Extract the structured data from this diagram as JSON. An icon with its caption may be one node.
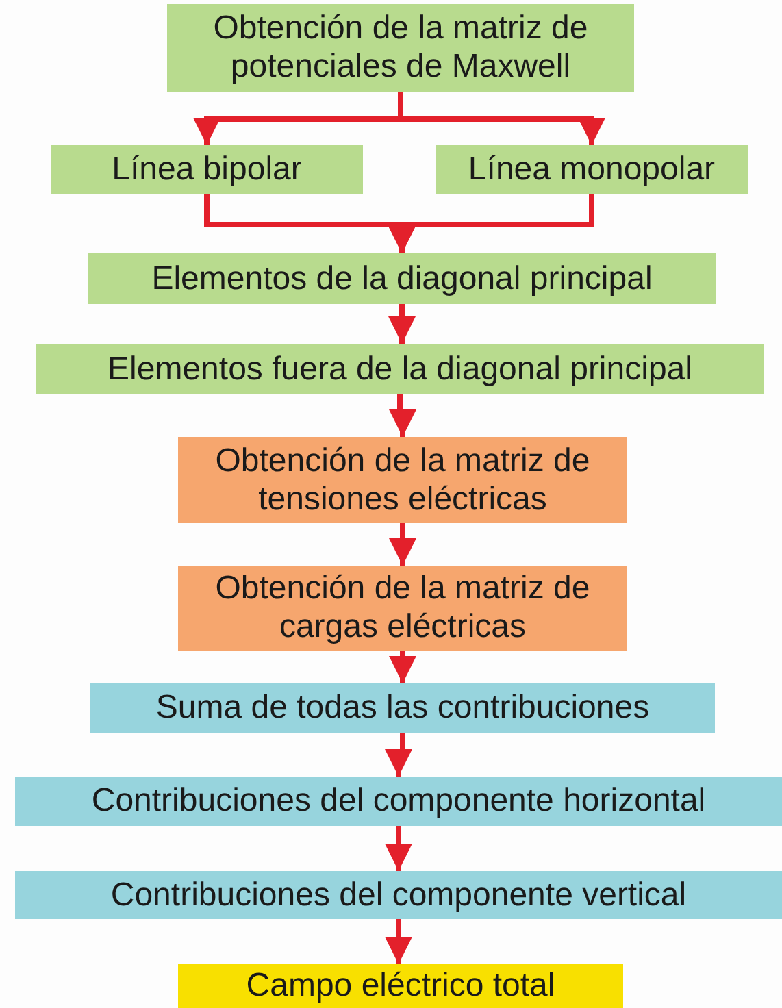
{
  "diagram": {
    "nodes": [
      {
        "text": [
          "Obtención de la matriz de potenciales de Maxwell"
        ]
      },
      {
        "text": [
          "Línea bipolar"
        ]
      },
      {
        "text": [
          "Línea monopolar"
        ]
      },
      {
        "text": [
          "Elementos de la diagonal principal"
        ]
      },
      {
        "text": [
          "Elementos fuera de la diagonal principal"
        ]
      },
      {
        "text": [
          "Obtención de la matriz de tensiones eléctricas"
        ]
      },
      {
        "text": [
          "Obtención de la matriz de cargas eléctricas"
        ]
      },
      {
        "text": [
          "Suma de todas las contribuciones"
        ]
      },
      {
        "text": [
          "Contribuciones del componente horizontal"
        ]
      },
      {
        "text": [
          "Contribuciones del componente vertical"
        ]
      },
      {
        "text": [
          "Campo eléctrico total"
        ]
      }
    ],
    "edges": [
      {
        "from": 0,
        "to": 1,
        "arrow": "to"
      },
      {
        "from": 0,
        "to": 2,
        "arrow": "to"
      },
      {
        "from": 1,
        "to": 3,
        "arrow": "to"
      },
      {
        "from": 2,
        "to": 3,
        "arrow": "to"
      },
      {
        "from": 3,
        "to": 4,
        "arrow": "to"
      },
      {
        "from": 4,
        "to": 5,
        "arrow": "to"
      },
      {
        "from": 5,
        "to": 6,
        "arrow": "to"
      },
      {
        "from": 6,
        "to": 7,
        "arrow": "to"
      },
      {
        "from": 7,
        "to": 8,
        "arrow": "to"
      },
      {
        "from": 8,
        "to": 9,
        "arrow": "to"
      },
      {
        "from": 9,
        "to": 10,
        "arrow": "to"
      }
    ]
  }
}
